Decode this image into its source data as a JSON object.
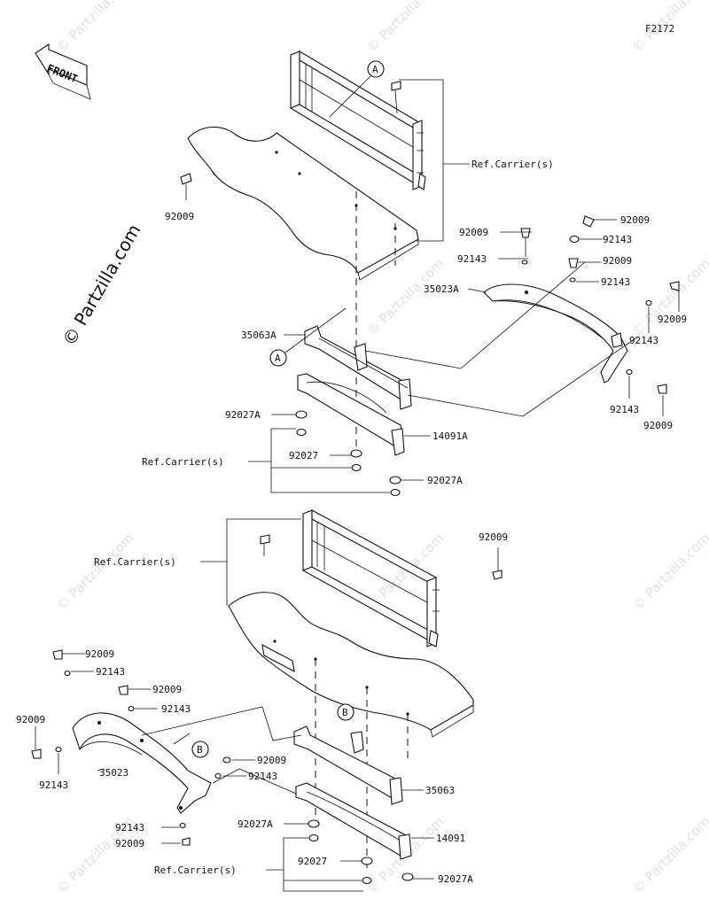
{
  "figure_code": "F2172",
  "front_label": "FRONT",
  "watermark": "© Partzilla.com",
  "ref_label": "Ref.Carrier(s)",
  "callouts": {
    "a": "A",
    "b": "B"
  },
  "parts": {
    "p92009": "92009",
    "p92143": "92143",
    "p35023A": "35023A",
    "p35023": "35023",
    "p35063A": "35063A",
    "p35063": "35063",
    "p92027A": "92027A",
    "p92027": "92027",
    "p14091A": "14091A",
    "p14091": "14091"
  }
}
